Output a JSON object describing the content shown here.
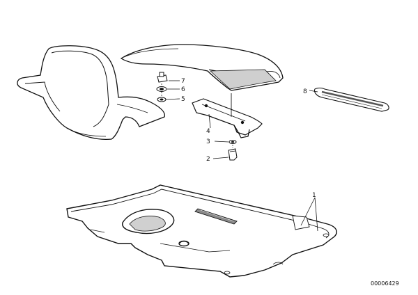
{
  "diagram": {
    "callouts": {
      "c1": "1",
      "c2": "2",
      "c3": "3",
      "c4": "4",
      "c5": "5",
      "c6": "6",
      "c7": "7",
      "c8": "8"
    },
    "document_number": "00006429"
  },
  "colors": {
    "line": "#111111",
    "shade": "#9a9a9a",
    "light": "#d8d8d8",
    "background": "#ffffff"
  }
}
